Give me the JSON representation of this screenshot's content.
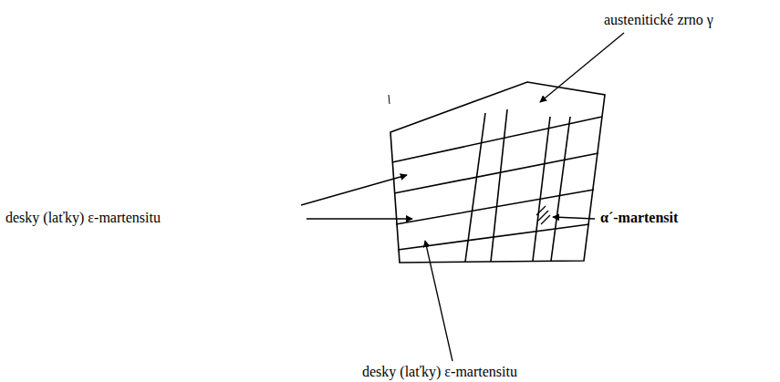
{
  "diagram": {
    "labels": [
      "austenitické zrno γ",
      "desky (laťky) ε-martensitu",
      "α´-martensit",
      "desky (laťky) ε-martensitu"
    ]
  }
}
